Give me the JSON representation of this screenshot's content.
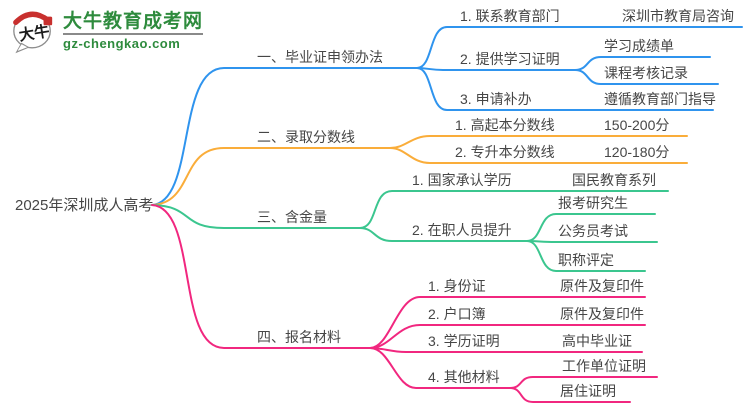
{
  "site": {
    "logo_icon": "daniu-speech-bubble-logo",
    "logo_icon_text": "大牛",
    "logo_title": "大牛教育成考网",
    "logo_domain": "gz-chengkao.com"
  },
  "colors": {
    "blue": "#2F94EE",
    "orange": "#FAAD3A",
    "green": "#3BC68F",
    "pink": "#F1277F",
    "text": "#464646",
    "logo_green": "#2E8B3D",
    "logo_red": "#C8302E"
  },
  "mindmap": {
    "root": "2025年深圳成人高考",
    "branches": [
      {
        "label": "一、毕业证申领办法",
        "color": "#2F94EE",
        "children": [
          {
            "label": "1. 联系教育部门",
            "leaves": [
              "深圳市教育局咨询"
            ]
          },
          {
            "label": "2. 提供学习证明",
            "leaves": [
              "学习成绩单",
              "课程考核记录"
            ]
          },
          {
            "label": "3. 申请补办",
            "leaves": [
              "遵循教育部门指导"
            ]
          }
        ]
      },
      {
        "label": "二、录取分数线",
        "color": "#FAAD3A",
        "children": [
          {
            "label": "1. 高起本分数线",
            "leaves": [
              "150-200分"
            ]
          },
          {
            "label": "2. 专升本分数线",
            "leaves": [
              "120-180分"
            ]
          }
        ]
      },
      {
        "label": "三、含金量",
        "color": "#3BC68F",
        "children": [
          {
            "label": "1. 国家承认学历",
            "leaves": [
              "国民教育系列"
            ]
          },
          {
            "label": "2. 在职人员提升",
            "leaves": [
              "报考研究生",
              "公务员考试",
              "职称评定"
            ]
          }
        ]
      },
      {
        "label": "四、报名材料",
        "color": "#F1277F",
        "children": [
          {
            "label": "1. 身份证",
            "leaves": [
              "原件及复印件"
            ]
          },
          {
            "label": "2. 户口簿",
            "leaves": [
              "原件及复印件"
            ]
          },
          {
            "label": "3. 学历证明",
            "leaves": [
              "高中毕业证"
            ]
          },
          {
            "label": "4. 其他材料",
            "leaves": [
              "工作单位证明",
              "居住证明"
            ]
          }
        ]
      }
    ]
  }
}
